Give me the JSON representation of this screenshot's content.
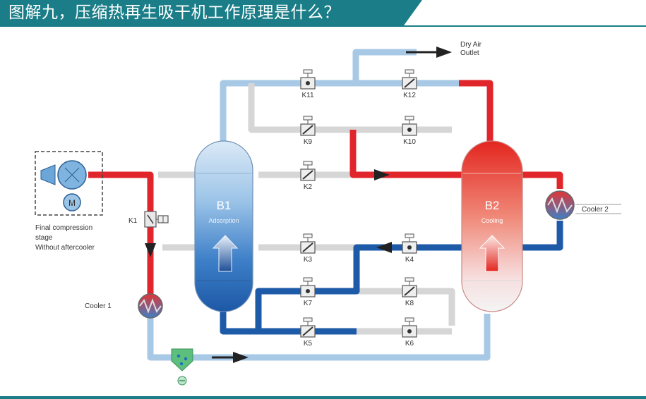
{
  "title": "图解九，压缩热再生吸干机工作原理是什么？",
  "labels": {
    "dry_air_outlet_1": "Dry Air",
    "dry_air_outlet_2": "Outlet",
    "compressor_motor": "M",
    "compressor_caption_1": "Final compression",
    "compressor_caption_2": "stage",
    "compressor_caption_3": "Without aftercooler",
    "cooler1": "Cooler 1",
    "cooler2": "Cooler 2",
    "b1_name": "B1",
    "b1_mode": "Adsorption",
    "b2_name": "B2",
    "b2_mode": "Cooling"
  },
  "valves": {
    "k1": "K1",
    "k2": "K2",
    "k3": "K3",
    "k4": "K4",
    "k5": "K5",
    "k6": "K6",
    "k7": "K7",
    "k8": "K8",
    "k9": "K9",
    "k10": "K10",
    "k11": "K11",
    "k12": "K12"
  },
  "colors": {
    "hot": "#e0262b",
    "cold": "#1d5aa8",
    "light": "#9cc3e3",
    "idle": "#dcdcdc",
    "accent": "#1a7d87"
  }
}
